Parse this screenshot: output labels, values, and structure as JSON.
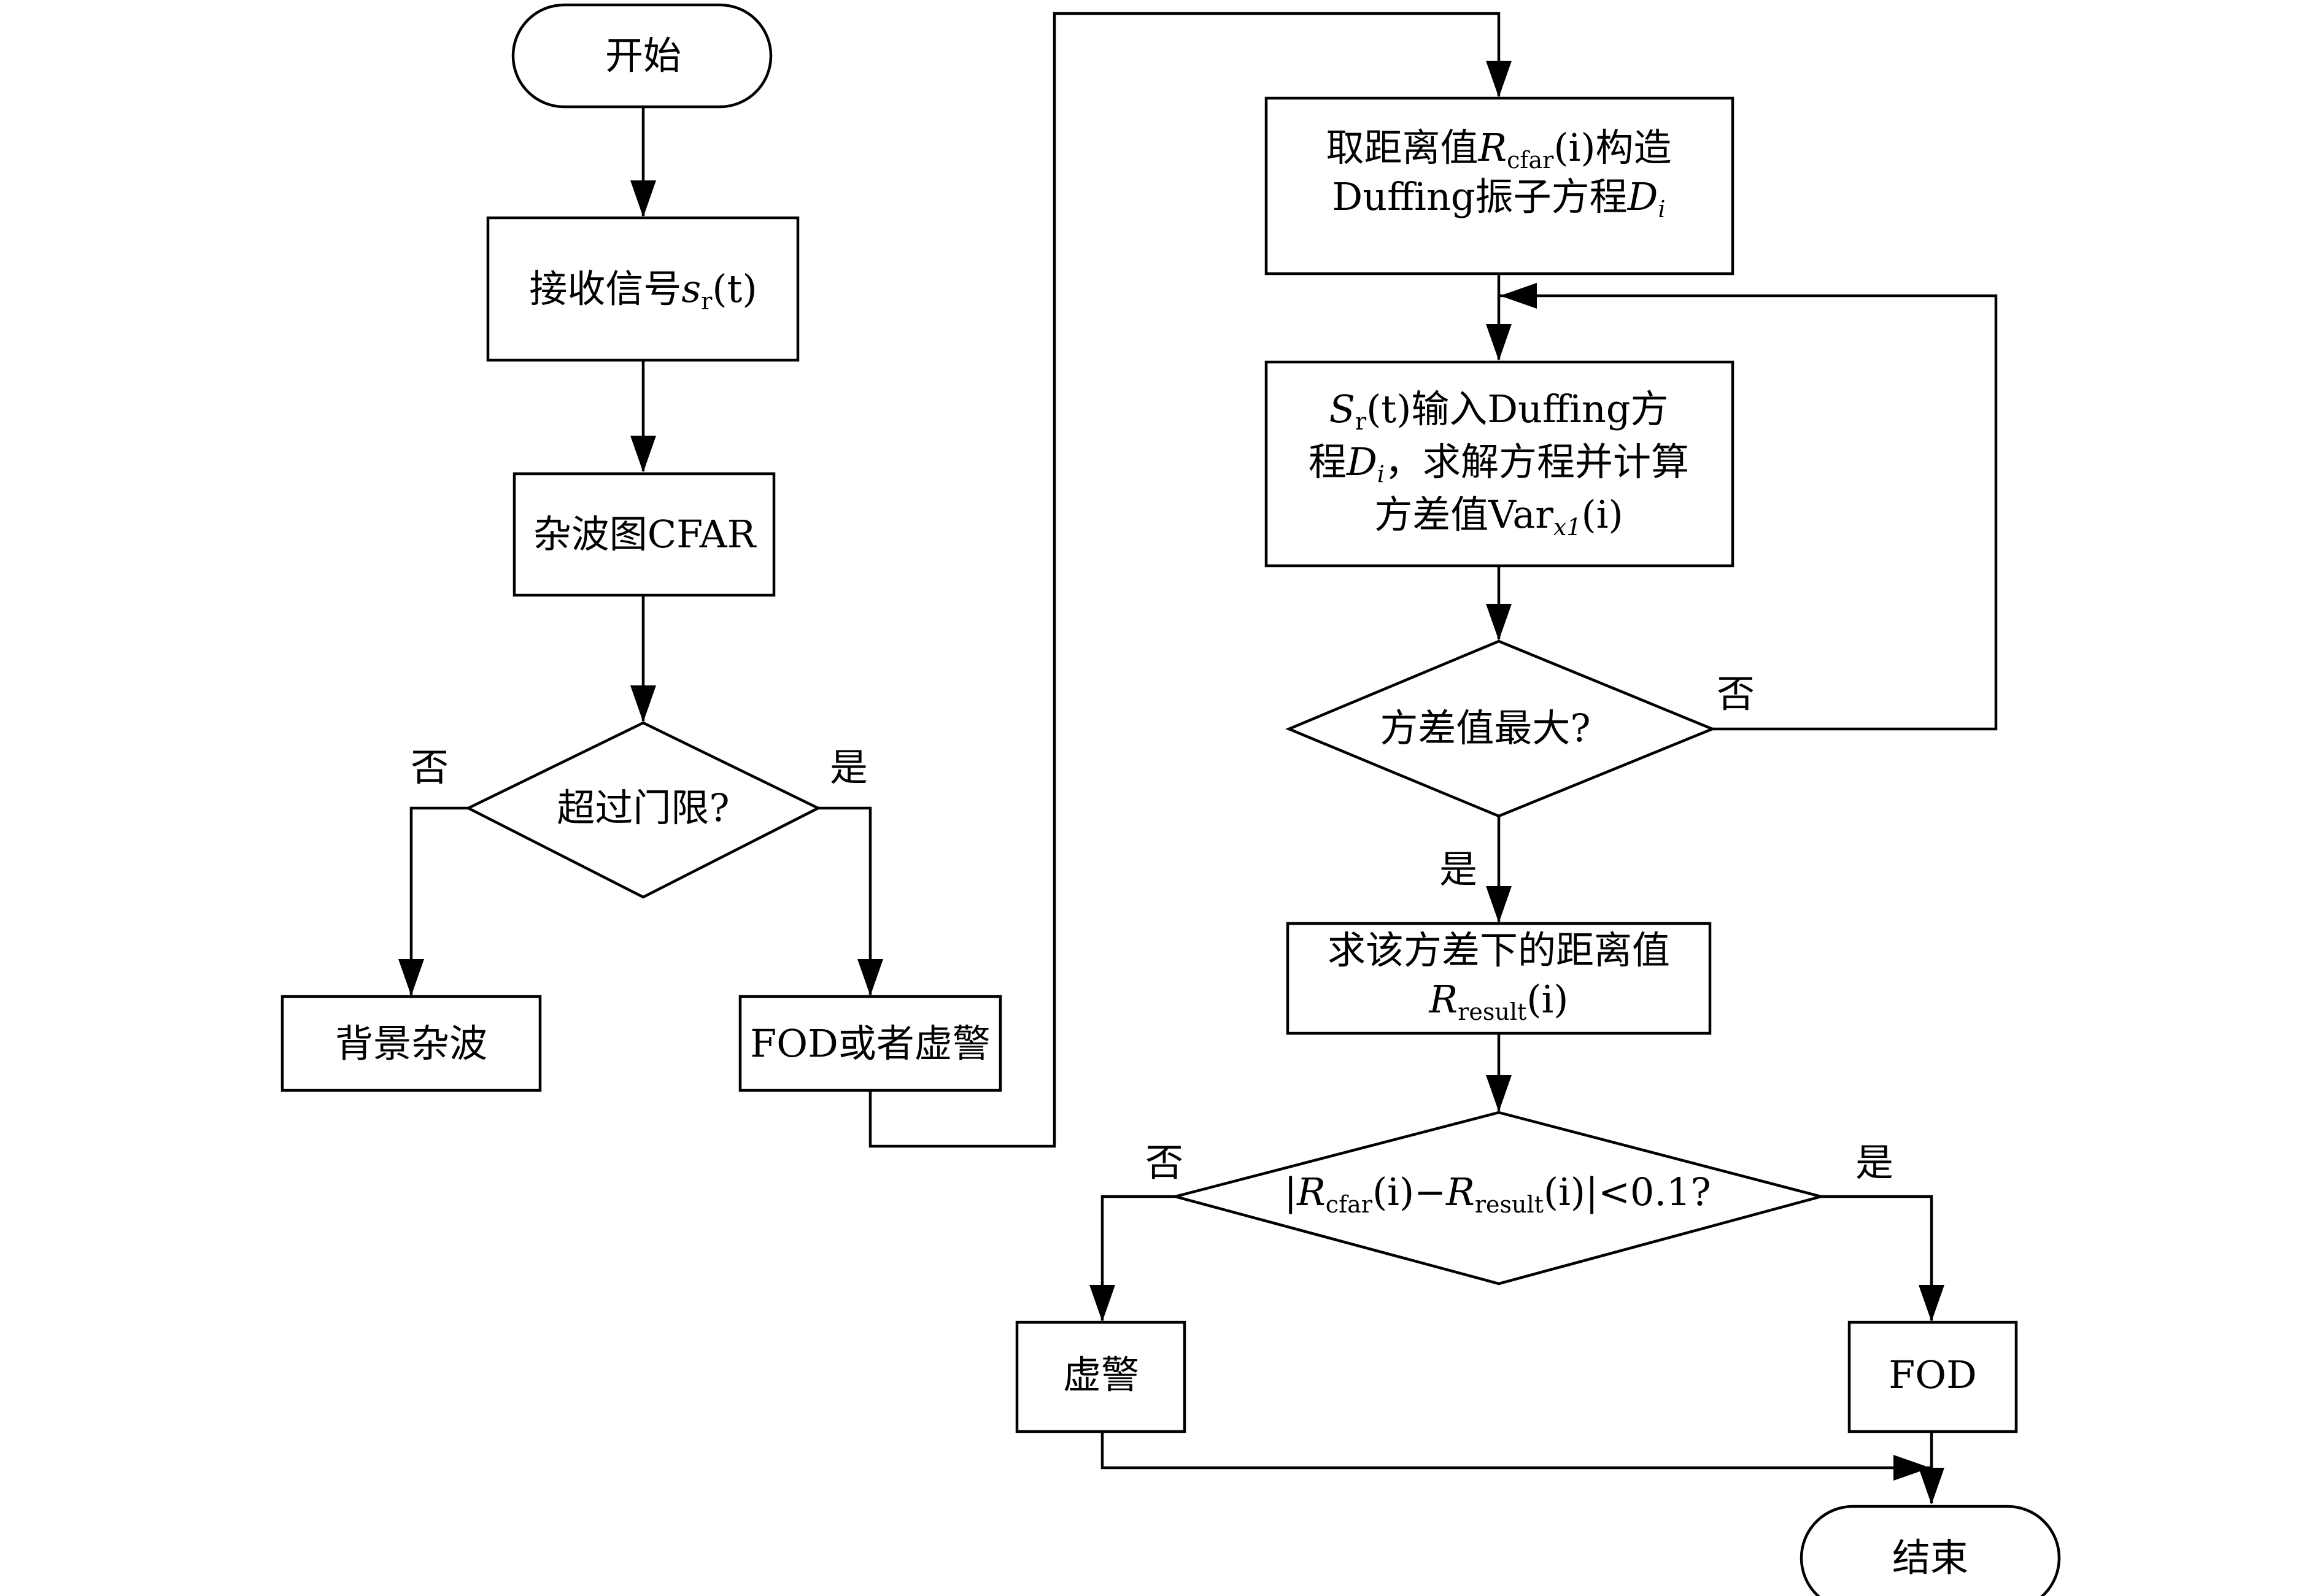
{
  "nodes": {
    "start": "开始",
    "receive": {
      "text": "接收信号",
      "var": "s",
      "sub": "r",
      "tail": "(t)"
    },
    "cfar": "杂波图CFAR",
    "threshold": "超过门限?",
    "background": "背景杂波",
    "fod_or_false": "FOD或者虚警",
    "construct": {
      "l1_pre": "取距离值",
      "l1_var": "R",
      "l1_sub": "cfar",
      "l1_arg": "(i)",
      "l1_post": "构造",
      "l2_pre": "Duffing振子方程",
      "l2_var": "D",
      "l2_sub": "i"
    },
    "solve": {
      "l1_var": "S",
      "l1_sub": "r",
      "l1_arg": "(t)",
      "l1_post": "输入Duffing方",
      "l2_pre": "程",
      "l2_var": "D",
      "l2_sub": "i",
      "l2_post": "，求解方程并计算",
      "l3_pre": "方差值Var",
      "l3_sub": "x1",
      "l3_arg": "(i)"
    },
    "max_var": "方差值最大?",
    "find_distance": {
      "l1": "求该方差下的距离值",
      "l2_var": "R",
      "l2_sub": "result",
      "l2_arg": "(i)"
    },
    "compare": {
      "bar": "|",
      "r1_var": "R",
      "r1_sub": "cfar",
      "r1_arg": "(i)",
      "minus": "−",
      "r2_var": "R",
      "r2_sub": "result",
      "r2_arg": "(i)",
      "tail": "|<0.1?"
    },
    "false_alarm": "虚警",
    "fod": "FOD",
    "end": "结束"
  },
  "edge_labels": {
    "threshold_no": "否",
    "threshold_yes": "是",
    "max_var_no": "否",
    "max_var_yes": "是",
    "compare_no": "否",
    "compare_yes": "是"
  }
}
